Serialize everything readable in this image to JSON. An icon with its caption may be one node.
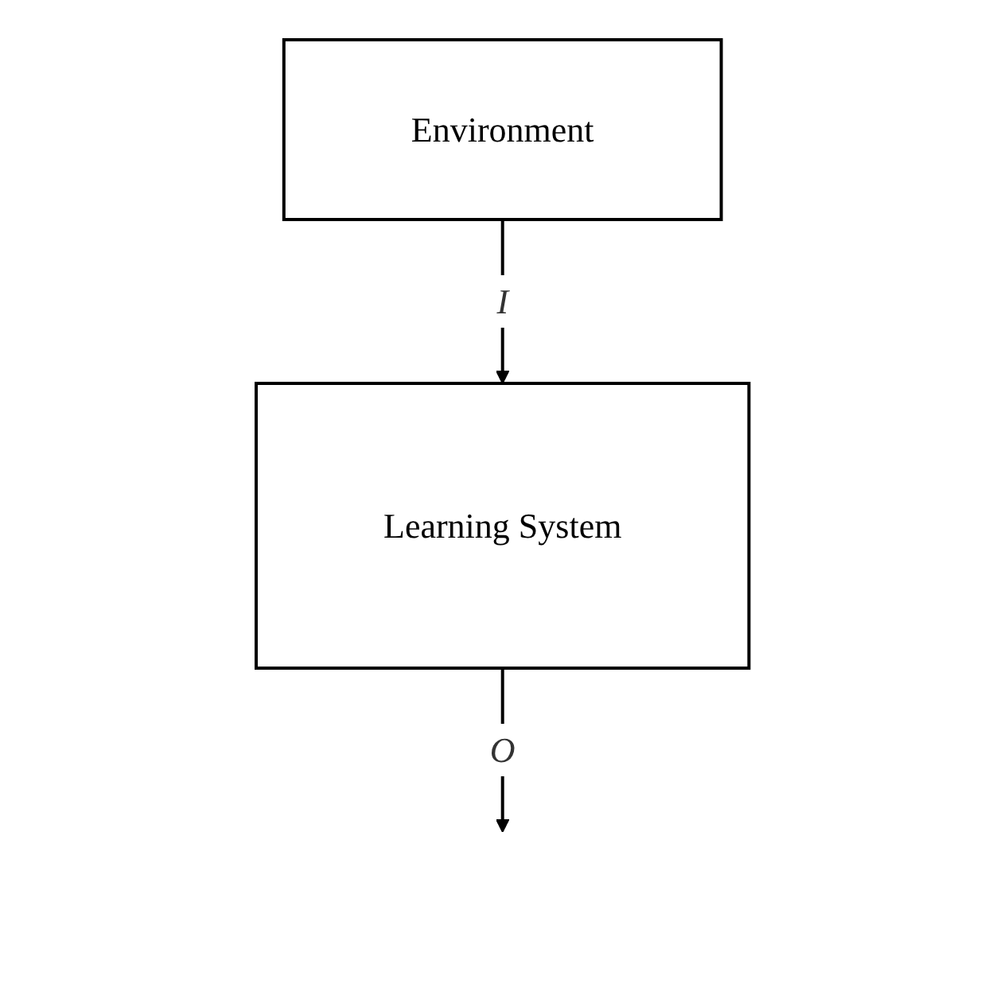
{
  "diagram": {
    "nodes": [
      {
        "text": [
          "Environment"
        ]
      },
      {
        "text": [
          "Learning System"
        ]
      }
    ],
    "edges": [
      {
        "from": 0,
        "to": 1,
        "arrow": "to",
        "label": "I"
      },
      {
        "from": 1,
        "to": null,
        "arrow": "to",
        "label": "O"
      }
    ]
  }
}
